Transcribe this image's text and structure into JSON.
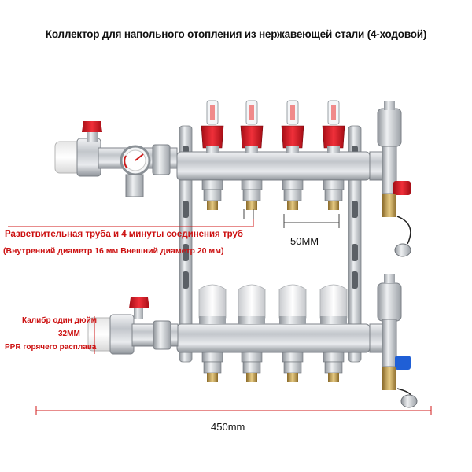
{
  "title": "Коллектор для напольного отопления из нержавеющей стали (4-ходовой)",
  "annotations": {
    "pipe_line1": "Разветвительная труба и 4 минуты соединения труб",
    "pipe_line2": "(Внутренний диаметр 16 мм Внешний диаметр 20 мм)",
    "caliber_line1": "Калибр один дюйм",
    "caliber_line2": "32ММ",
    "caliber_line3": "PPR горячего расплава"
  },
  "dimensions": {
    "spacing": "50MM",
    "width": "450mm"
  },
  "colors": {
    "accent_red": "#cc1111",
    "flowmeter_red": "#e0202a",
    "steel": "#c9ccd0",
    "brass": "#c8a65a",
    "valve_blue": "#1f5fd6"
  }
}
